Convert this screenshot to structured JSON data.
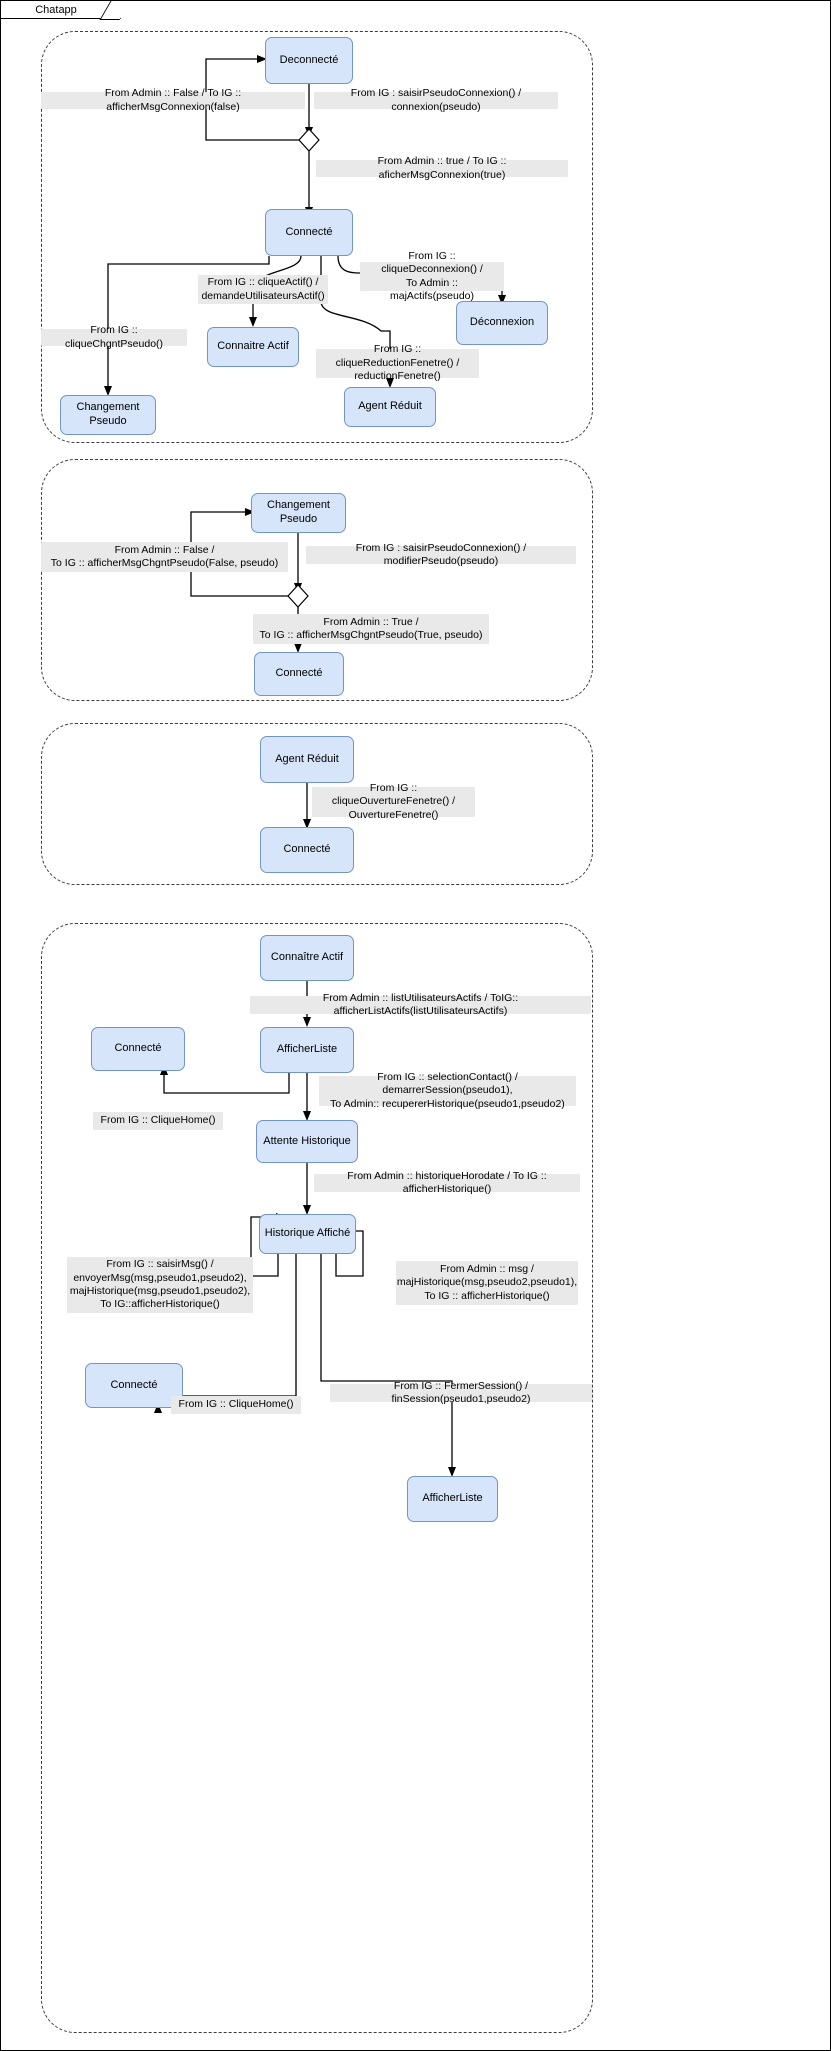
{
  "window": {
    "tab_label": "Chatapp"
  },
  "colors": {
    "state_fill": "#d6e5fa",
    "state_border": "#7195c4",
    "label_fill": "#e9e9e9",
    "edge": "#000000",
    "region_border": "#3b3b3b"
  },
  "regions": [
    {
      "id": "region-connexion"
    },
    {
      "id": "region-changement-pseudo"
    },
    {
      "id": "region-agent-reduit"
    },
    {
      "id": "region-historique"
    }
  ],
  "states": [
    {
      "id": "s1-deconnecte",
      "label": "Deconnecté"
    },
    {
      "id": "s1-connecte",
      "label": "Connecté"
    },
    {
      "id": "s1-connaitre-actif",
      "label": "Connaitre Actif"
    },
    {
      "id": "s1-deconnexion",
      "label": "Déconnexion"
    },
    {
      "id": "s1-agent-reduit",
      "label": "Agent Réduit"
    },
    {
      "id": "s1-changement-pseudo",
      "label": "Changement Pseudo"
    },
    {
      "id": "s2-changement-pseudo",
      "label": "Changement Pseudo"
    },
    {
      "id": "s2-connecte",
      "label": "Connecté"
    },
    {
      "id": "s3-agent-reduit",
      "label": "Agent Réduit"
    },
    {
      "id": "s3-connecte",
      "label": "Connecté"
    },
    {
      "id": "s4-connaitre-actif",
      "label": "Connaître Actif"
    },
    {
      "id": "s4-afficherliste",
      "label": "AfficherListe"
    },
    {
      "id": "s4-connecte-top",
      "label": "Connecté"
    },
    {
      "id": "s4-attente-historique",
      "label": "Attente Historique"
    },
    {
      "id": "s4-historique-affiche",
      "label": "Historique Affiché"
    },
    {
      "id": "s4-connecte-bottom",
      "label": "Connecté"
    },
    {
      "id": "s4-afficherliste-bottom",
      "label": "AfficherListe"
    }
  ],
  "transitions": [
    {
      "id": "t1-admin-false",
      "label": "From Admin :: False  / To IG :: afficherMsgConnexion(false)"
    },
    {
      "id": "t1-saisir-pseudo",
      "label": "From IG : saisirPseudoConnexion() / connexion(pseudo)"
    },
    {
      "id": "t1-admin-true",
      "label": "From Admin :: true  / To IG :: aficherMsgConnexion(true)"
    },
    {
      "id": "t1-clique-actif",
      "label": "From IG :: cliqueActif() /\ndemandeUtilisateursActif()"
    },
    {
      "id": "t1-clique-deconnexion",
      "label": "From IG :: cliqueDeconnexion() /\nTo Admin :: majActifs(pseudo)"
    },
    {
      "id": "t1-clique-chgnt",
      "label": "From IG :: cliqueChgntPseudo()"
    },
    {
      "id": "t1-reduction",
      "label": "From IG :: cliqueReductionFenetre() /\nreductionFenetre()"
    },
    {
      "id": "t2-admin-false",
      "label": "From Admin :: False /\nTo IG :: afficherMsgChgntPseudo(False, pseudo)"
    },
    {
      "id": "t2-saisir-pseudo",
      "label": "From IG : saisirPseudoConnexion() / modifierPseudo(pseudo)"
    },
    {
      "id": "t2-admin-true",
      "label": "From Admin :: True /\nTo IG :: afficherMsgChgntPseudo(True, pseudo)"
    },
    {
      "id": "t3-ouverture",
      "label": "From IG :: cliqueOuvertureFenetre() /\nOuvertureFenetre()"
    },
    {
      "id": "t4-list-actifs",
      "label": "From Admin :: listUtilisateursActifs / ToIG:: afficherListActifs(listUtilisateursActifs)"
    },
    {
      "id": "t4-selection-contact",
      "label": "From IG :: selectionContact() / demarrerSession(pseudo1),\nTo Admin:: recupererHistorique(pseudo1,pseudo2)"
    },
    {
      "id": "t4-clique-home-top",
      "label": "From IG :: CliqueHome()"
    },
    {
      "id": "t4-historique-horodate",
      "label": "From Admin :: historiqueHorodate / To IG :: afficherHistorique()"
    },
    {
      "id": "t4-saisir-msg",
      "label": "From IG :: saisirMsg() /\nenvoyerMsg(msg,pseudo1,pseudo2),\nmajHistorique(msg,pseudo1,pseudo2),\nTo IG::afficherHistorique()"
    },
    {
      "id": "t4-from-admin-msg",
      "label": "From Admin ::  msg /\nmajHistorique(msg,pseudo2,pseudo1),\nTo IG :: afficherHistorique()"
    },
    {
      "id": "t4-clique-home-bottom",
      "label": "From IG :: CliqueHome()"
    },
    {
      "id": "t4-fermer-session",
      "label": "From IG :: FermerSession() / finSession(pseudo1,pseudo2)"
    }
  ]
}
